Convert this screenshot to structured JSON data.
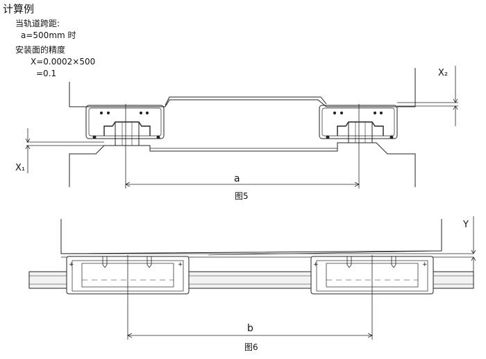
{
  "calc": {
    "title": "计算例",
    "line1": "当轨道跨距:",
    "line2": "a=500mm 时",
    "line3": "安装面的精度",
    "line4": "X=0.0002×500",
    "line5": "=0.1"
  },
  "fig5": {
    "label_x2": "X₂",
    "label_x1": "X₁",
    "label_a": "a",
    "caption": "图5"
  },
  "fig6": {
    "label_y": "Y",
    "label_b": "b",
    "caption": "图6"
  }
}
